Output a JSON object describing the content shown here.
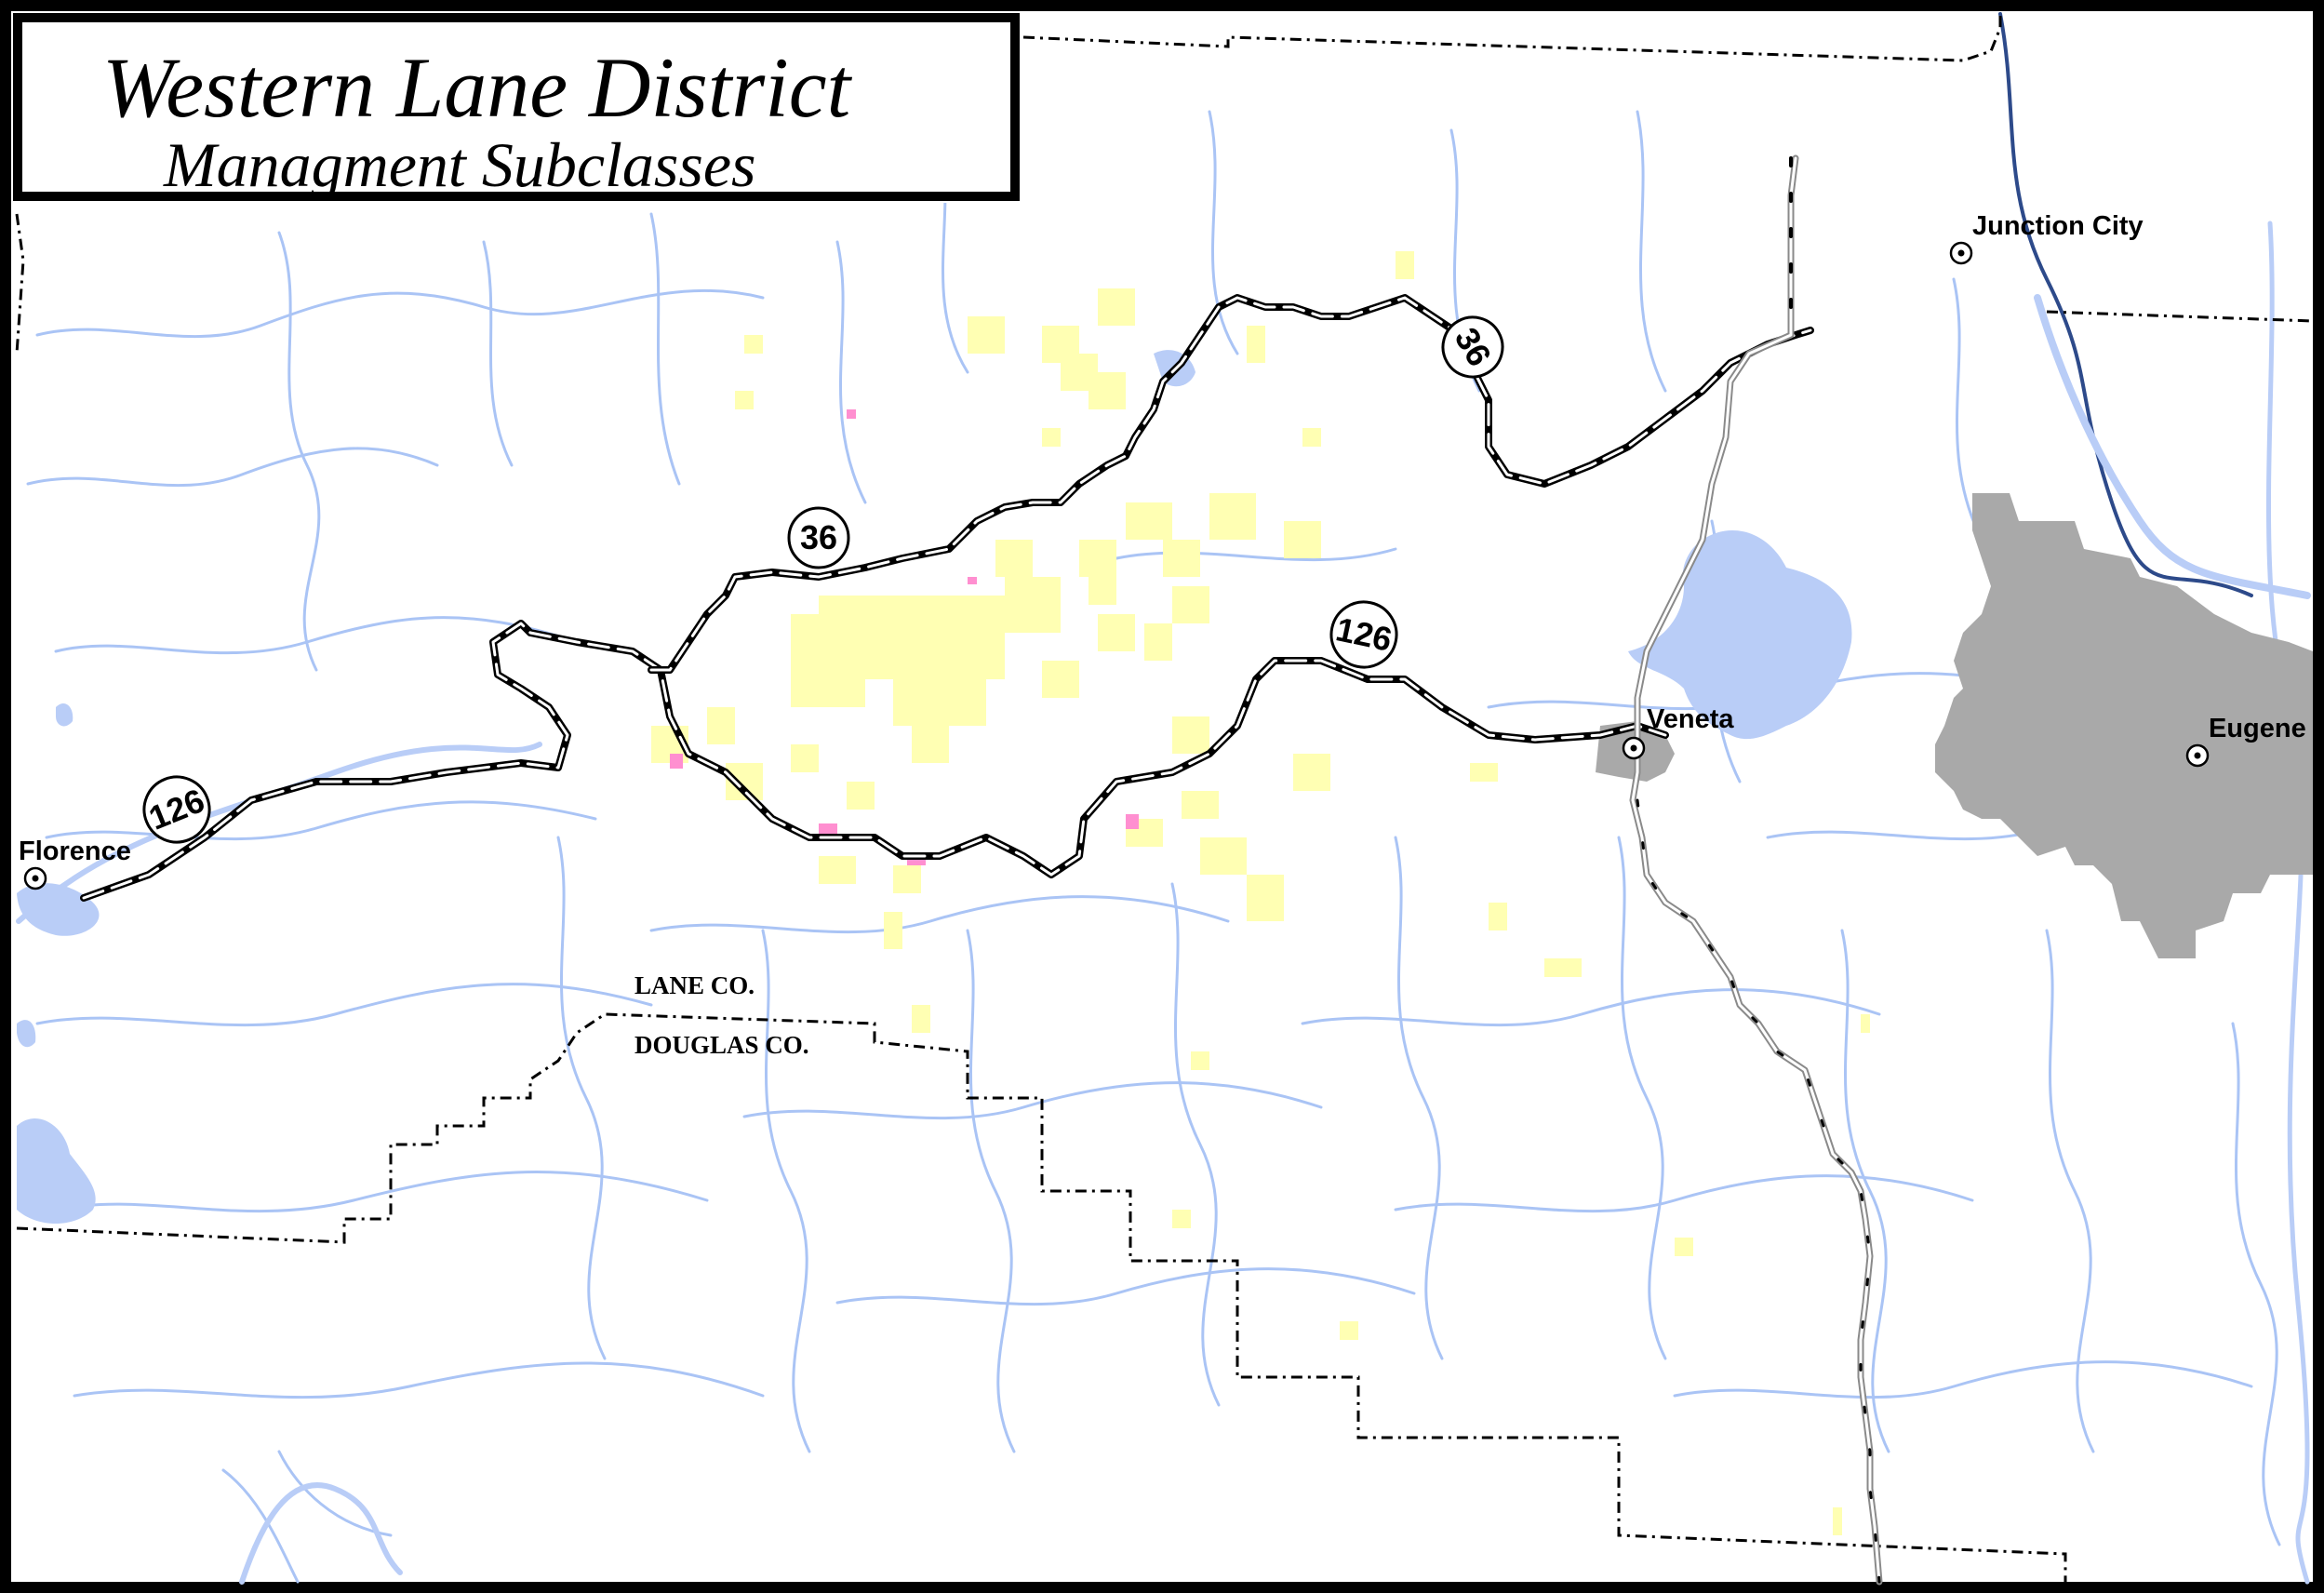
{
  "map": {
    "title": "Western Lane District",
    "subtitle": "Managment Subclasses",
    "cities": {
      "junction_city": "Junction City",
      "eugene": "Eugene",
      "veneta": "Veneta",
      "florence": "Florence"
    },
    "county_labels": {
      "lane": "LANE CO.",
      "douglas": "DOUGLAS CO."
    },
    "highway_shields": {
      "hwy36_north": "36",
      "hwy36_west": "36",
      "hwy126_central": "126",
      "hwy126_west": "126"
    },
    "colors": {
      "water": "#b9cdf7",
      "stream": "#aac4f5",
      "urban_area": "#a9a9a9",
      "management_parcel": "#ffffb3",
      "special_parcel": "#ff8fd0",
      "highway": "#000000",
      "county_line": "#000000"
    },
    "icons": {
      "city_marker": "city-marker-icon",
      "highway_shield": "highway-shield-icon"
    }
  }
}
